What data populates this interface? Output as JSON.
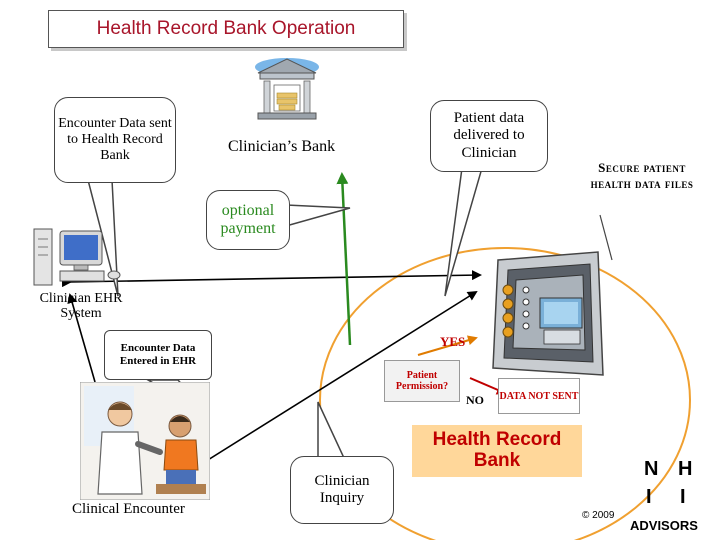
{
  "title": "Health Record Bank Operation",
  "callouts": {
    "encounter_data_sent": "Encounter Data sent to Health Record Bank",
    "patient_data_delivered": "Patient data delivered to Clinician",
    "optional_payment": "optional payment",
    "encounter_data_entered": "Encounter Data Entered in EHR",
    "clinician_inquiry": "Clinician Inquiry"
  },
  "labels": {
    "clinicians_bank": "Clinician’s Bank",
    "secure_files": "Secure patient health data files",
    "clinician_ehr": "Clinician EHR System",
    "clinical_encounter": "Clinical Encounter",
    "health_record_bank": "Health Record Bank",
    "yes": "YES",
    "no": "NO",
    "patient_permission": "Patient Permission?",
    "data_not_sent": "DATA NOT SENT",
    "copyright": "© 2009",
    "logo_letters": [
      "N",
      "H",
      "I",
      "I"
    ],
    "advisors": "ADVISORS"
  },
  "colors": {
    "title": "#a8152a",
    "green": "#2a8a1f",
    "red": "#c00000",
    "hrb_fill": "#ffd79a",
    "permission_fill": "#f2f2f2"
  },
  "icons": [
    "bank-building-icon",
    "computer-workstation-icon",
    "vault-safe-icon",
    "doctor-patient-icon"
  ]
}
